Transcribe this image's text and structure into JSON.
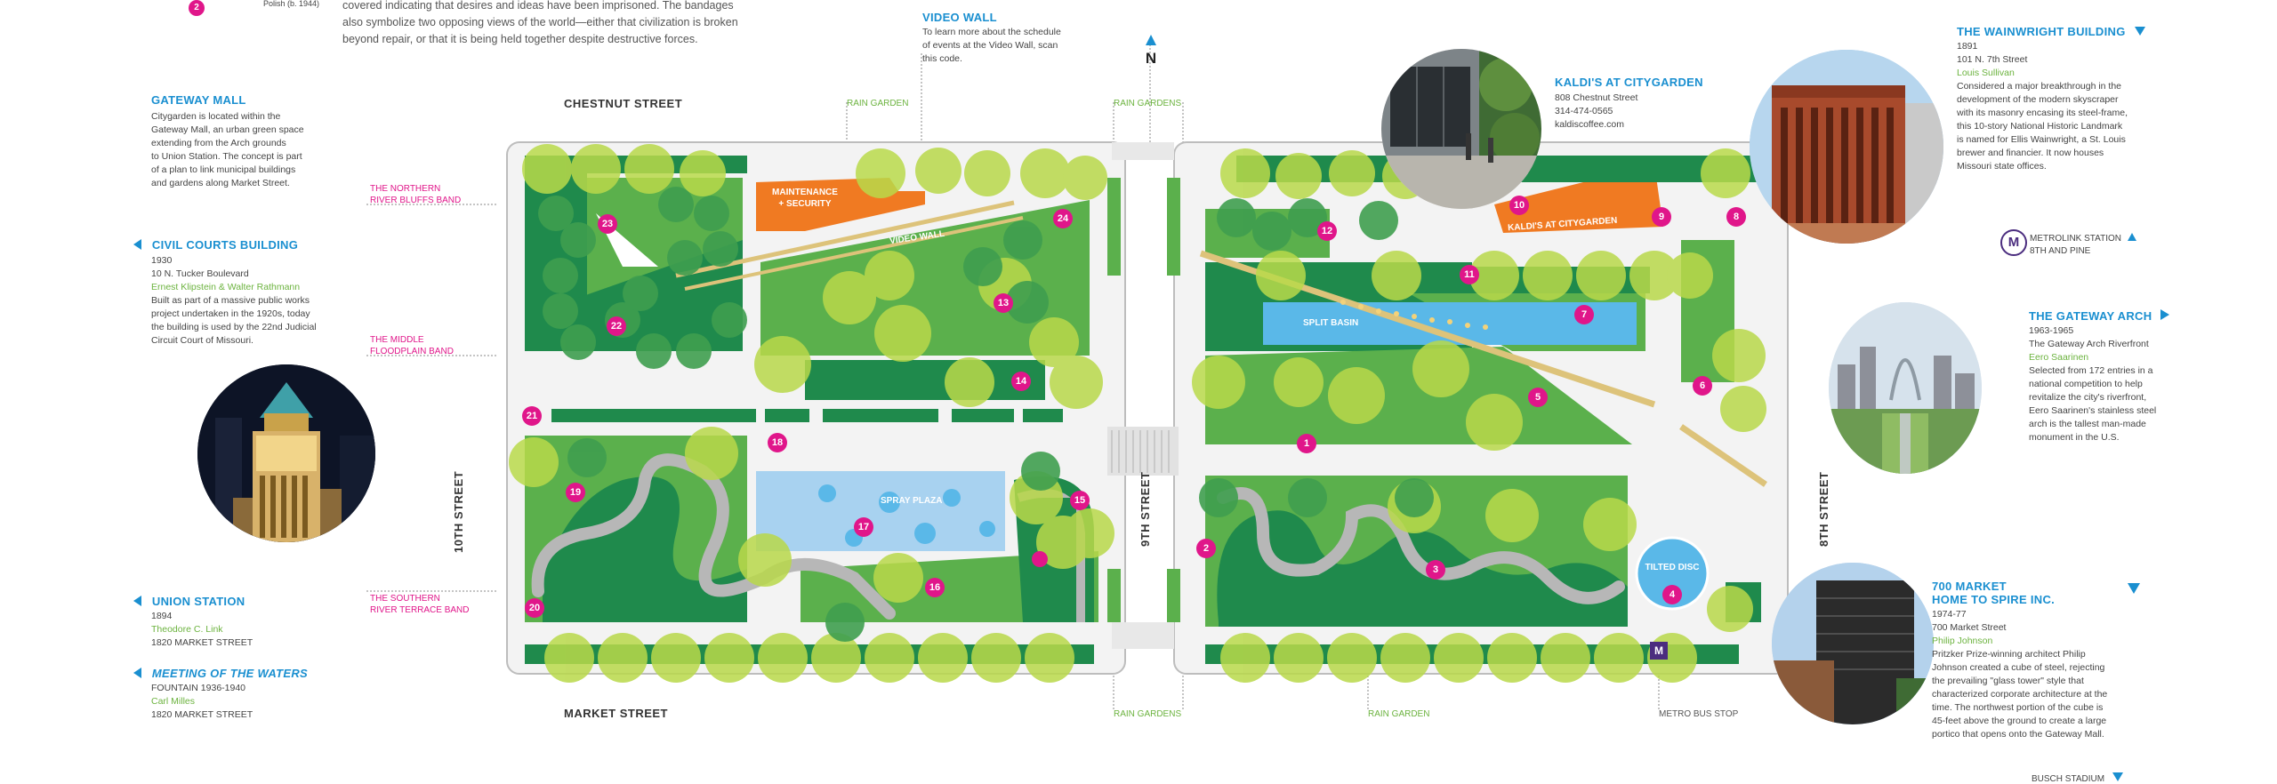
{
  "intro": {
    "text1": "covered indicating that desires and ideas have been imprisoned. The bandages",
    "text2": "also symbolize two opposing views of the world—either that civilization is broken",
    "text3": "beyond repair, or that it is being held together despite destructive forces.",
    "badge": "2",
    "badge_caption": "Polish (b. 1944)"
  },
  "video_wall": {
    "title": "VIDEO WALL",
    "line1": "To learn more about the schedule",
    "line2": "of events at the Video Wall, scan",
    "line3": "this code."
  },
  "north": "N",
  "gateway_mall": {
    "title": "GATEWAY MALL",
    "lines": [
      "Citygarden is located within the",
      "Gateway Mall, an urban green space",
      "extending from the Arch grounds",
      "to Union Station. The concept is part",
      "of a plan to link municipal buildings",
      "and gardens along Market Street."
    ]
  },
  "civil_courts": {
    "title": "CIVIL COURTS BUILDING",
    "year": "1930",
    "address": "10 N. Tucker Boulevard",
    "architect": "Ernest Klipstein & Walter Rathmann",
    "lines": [
      "Built as part of a massive public works",
      "project undertaken in the 1920s, today",
      "the building is used by the 22nd Judicial",
      "Circuit Court of Missouri."
    ]
  },
  "union_station": {
    "title": "UNION STATION",
    "year": "1894",
    "architect": "Theodore C. Link",
    "address": "1820 MARKET STREET"
  },
  "meeting_waters": {
    "title": "MEETING OF THE WATERS",
    "subtitle": "FOUNTAIN 1936-1940",
    "artist": "Carl Milles",
    "address": "1820 MARKET STREET"
  },
  "zones": {
    "north": [
      "THE NORTHERN",
      "RIVER BLUFFS BAND"
    ],
    "middle": [
      "THE MIDDLE",
      "FLOODPLAIN BAND"
    ],
    "south": [
      "THE SOUTHERN",
      "RIVER TERRACE BAND"
    ]
  },
  "streets": {
    "chestnut": "CHESTNUT STREET",
    "market": "MARKET STREET",
    "tenth": "10TH STREET",
    "ninth": "9TH STREET",
    "eighth": "8TH STREET"
  },
  "rain_gardens": {
    "top_left": "RAIN GARDEN",
    "top_mid": "RAIN GARDENS",
    "bottom_mid": "RAIN GARDENS",
    "bottom_right": "RAIN GARDEN"
  },
  "metro_bus": "METRO BUS STOP",
  "map_labels": {
    "maintenance1": "MAINTENANCE",
    "maintenance2": "+ SECURITY",
    "video_wall": "VIDEO WALL",
    "spray_plaza": "SPRAY PLAZA",
    "split_basin": "SPLIT BASIN",
    "kaldis": "KALDI'S AT CITYGARDEN",
    "tilted_disc": "TILTED DISC",
    "metro_m": "M"
  },
  "markers": [
    "1",
    "2",
    "3",
    "4",
    "5",
    "6",
    "7",
    "8",
    "9",
    "10",
    "11",
    "12",
    "13",
    "14",
    "15",
    "16",
    "17",
    "18",
    "19",
    "20",
    "21",
    "22",
    "23",
    "24"
  ],
  "kaldis": {
    "title": "KALDI'S AT CITYGARDEN",
    "address": "808 Chestnut Street",
    "phone": "314-474-0565",
    "web": "kaldiscoffee.com"
  },
  "wainwright": {
    "title": "THE WAINWRIGHT BUILDING",
    "year": "1891",
    "address": "101 N. 7th Street",
    "architect": "Louis Sullivan",
    "lines": [
      "Considered a major breakthrough in the",
      "development of the modern skyscraper",
      "with its masonry encasing its steel-frame,",
      "this 10-story National Historic Landmark",
      "is named for Ellis Wainwright, a St. Louis",
      "brewer and financier. It now houses",
      "Missouri state offices."
    ]
  },
  "metrolink": {
    "icon": "M",
    "line1": "METROLINK STATION",
    "line2": "8TH AND PINE"
  },
  "gateway_arch": {
    "title": "THE GATEWAY ARCH",
    "year": "1963-1965",
    "address": "The Gateway Arch Riverfront",
    "architect": "Eero Saarinen",
    "lines": [
      "Selected from 172 entries in a",
      "national competition to help",
      "revitalize the city's riverfront,",
      "Eero Saarinen's stainless steel",
      "arch is the tallest man-made",
      "monument in the U.S."
    ]
  },
  "market700": {
    "title1": "700 MARKET",
    "title2": "HOME TO SPIRE INC.",
    "year": "1974-77",
    "address": "700 Market Street",
    "architect": "Philip Johnson",
    "lines": [
      "Pritzker Prize-winning architect Philip",
      "Johnson created a cube of steel, rejecting",
      "the prevailing \"glass tower\" style that",
      "characterized corporate architecture at the",
      "time. The northwest portion of the cube is",
      "45-feet above the ground to create a large",
      "portico that opens onto the Gateway Mall."
    ]
  },
  "busch": "BUSCH STADIUM",
  "colors": {
    "blue": "#1a8fd0",
    "green_text": "#6cb33f",
    "pink": "#e0168a",
    "orange": "#f07a22",
    "dark_green": "#1f8a4c",
    "mid_green": "#5bb04c",
    "light_green": "#b9d94a",
    "water": "#5ab8e8"
  }
}
